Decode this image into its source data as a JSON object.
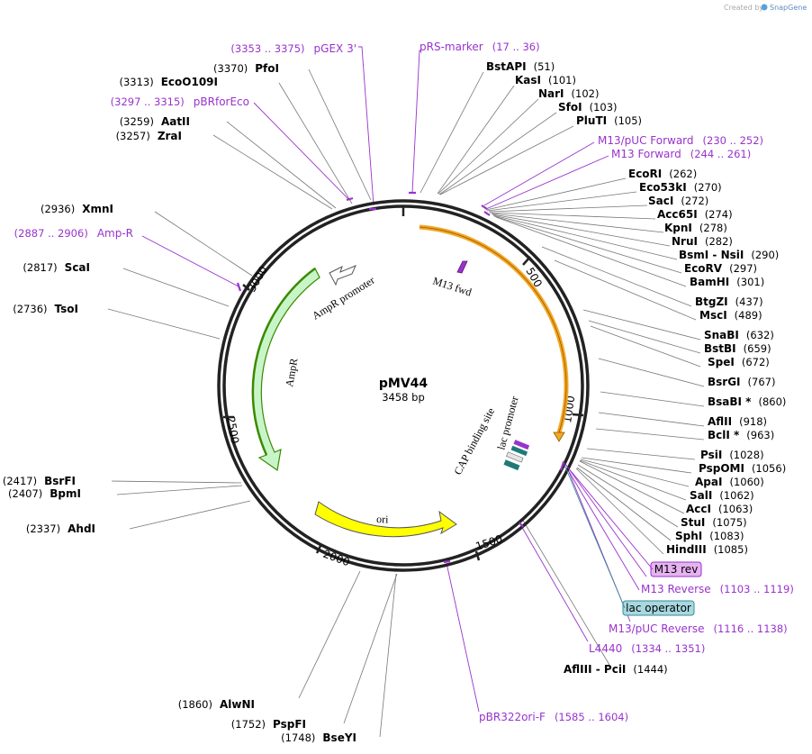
{
  "credit": "Created by",
  "brand": "SnapGene",
  "plasmid": {
    "name": "pMV44",
    "length_label": "3458 bp"
  },
  "ticks": [
    "500",
    "1000",
    "1500",
    "2000",
    "2500",
    "3000"
  ],
  "enzymes": [
    {
      "name": "BstAPI",
      "pos": "(51)",
      "side": "right"
    },
    {
      "name": "KasI",
      "pos": "(101)",
      "side": "right"
    },
    {
      "name": "NarI",
      "pos": "(102)",
      "side": "right"
    },
    {
      "name": "SfoI",
      "pos": "(103)",
      "side": "right"
    },
    {
      "name": "PluTI",
      "pos": "(105)",
      "side": "right"
    },
    {
      "name": "EcoRI",
      "pos": "(262)",
      "side": "right"
    },
    {
      "name": "Eco53kI",
      "pos": "(270)",
      "side": "right"
    },
    {
      "name": "SacI",
      "pos": "(272)",
      "side": "right"
    },
    {
      "name": "Acc65I",
      "pos": "(274)",
      "side": "right"
    },
    {
      "name": "KpnI",
      "pos": "(278)",
      "side": "right"
    },
    {
      "name": "NruI",
      "pos": "(282)",
      "side": "right"
    },
    {
      "name": "BsmI - NsiI",
      "pos": "(290)",
      "side": "right"
    },
    {
      "name": "EcoRV",
      "pos": "(297)",
      "side": "right"
    },
    {
      "name": "BamHI",
      "pos": "(301)",
      "side": "right"
    },
    {
      "name": "BtgZI",
      "pos": "(437)",
      "side": "right"
    },
    {
      "name": "MscI",
      "pos": "(489)",
      "side": "right"
    },
    {
      "name": "SnaBI",
      "pos": "(632)",
      "side": "right"
    },
    {
      "name": "BstBI",
      "pos": "(659)",
      "side": "right"
    },
    {
      "name": "SpeI",
      "pos": "(672)",
      "side": "right"
    },
    {
      "name": "BsrGI",
      "pos": "(767)",
      "side": "right"
    },
    {
      "name": "BsaBI *",
      "pos": "(860)",
      "side": "right"
    },
    {
      "name": "AflII",
      "pos": "(918)",
      "side": "right"
    },
    {
      "name": "BclI *",
      "pos": "(963)",
      "side": "right"
    },
    {
      "name": "PsiI",
      "pos": "(1028)",
      "side": "right"
    },
    {
      "name": "PspOMI",
      "pos": "(1056)",
      "side": "right"
    },
    {
      "name": "ApaI",
      "pos": "(1060)",
      "side": "right"
    },
    {
      "name": "SalI",
      "pos": "(1062)",
      "side": "right"
    },
    {
      "name": "AccI",
      "pos": "(1063)",
      "side": "right"
    },
    {
      "name": "StuI",
      "pos": "(1075)",
      "side": "right"
    },
    {
      "name": "SphI",
      "pos": "(1083)",
      "side": "right"
    },
    {
      "name": "HindIII",
      "pos": "(1085)",
      "side": "right"
    },
    {
      "name": "AflIII - PciI",
      "pos": "(1444)",
      "side": "right"
    },
    {
      "name": "BseYI",
      "pos": "(1748)",
      "side": "left"
    },
    {
      "name": "PspFI",
      "pos": "(1752)",
      "side": "left"
    },
    {
      "name": "AlwNI",
      "pos": "(1860)",
      "side": "left"
    },
    {
      "name": "AhdI",
      "pos": "(2337)",
      "side": "left"
    },
    {
      "name": "BpmI",
      "pos": "(2407)",
      "side": "left"
    },
    {
      "name": "BsrFI",
      "pos": "(2417)",
      "side": "left"
    },
    {
      "name": "TsoI",
      "pos": "(2736)",
      "side": "left"
    },
    {
      "name": "ScaI",
      "pos": "(2817)",
      "side": "left"
    },
    {
      "name": "XmnI",
      "pos": "(2936)",
      "side": "left"
    },
    {
      "name": "ZraI",
      "pos": "(3257)",
      "side": "left"
    },
    {
      "name": "AatII",
      "pos": "(3259)",
      "side": "left"
    },
    {
      "name": "EcoO109I",
      "pos": "(3313)",
      "side": "left"
    },
    {
      "name": "PfoI",
      "pos": "(3370)",
      "side": "left"
    }
  ],
  "primers": [
    {
      "name": "pRS-marker",
      "range": "(17 .. 36)"
    },
    {
      "name": "M13/pUC Forward",
      "range": "(230 .. 252)"
    },
    {
      "name": "M13 Forward",
      "range": "(244 .. 261)"
    },
    {
      "name": "M13 Reverse",
      "range": "(1103 .. 1119)"
    },
    {
      "name": "M13/pUC Reverse",
      "range": "(1116 .. 1138)"
    },
    {
      "name": "L4440",
      "range": "(1334 .. 1351)"
    },
    {
      "name": "pBR322ori-F",
      "range": "(1585 .. 1604)"
    },
    {
      "name": "Amp-R",
      "range": "(2887 .. 2906)"
    },
    {
      "name": "pBRforEco",
      "range": "(3297 .. 3315)"
    },
    {
      "name": "pGEX 3'",
      "range": "(3353 .. 3375)"
    }
  ],
  "boxed_features": [
    {
      "name": "M13 rev",
      "fill": "#e6b3f0",
      "stroke": "#9933cc"
    },
    {
      "name": "lac operator",
      "fill": "#a8d8e0",
      "stroke": "#3a8a99"
    }
  ],
  "features": {
    "m13_fwd": "M13 fwd",
    "ampr_promoter": "AmpR promoter",
    "ampr": "AmpR",
    "ori": "ori",
    "cap_site": "CAP binding site",
    "lac_promoter": "lac promoter"
  },
  "colors": {
    "primer": "#9933cc",
    "ampr": "#c8f5c8",
    "ampr_edge": "#3a8a00",
    "orange_feature": "#f5a623",
    "ori": "#ffff00",
    "backbone": "#222222"
  },
  "star_note": "*"
}
